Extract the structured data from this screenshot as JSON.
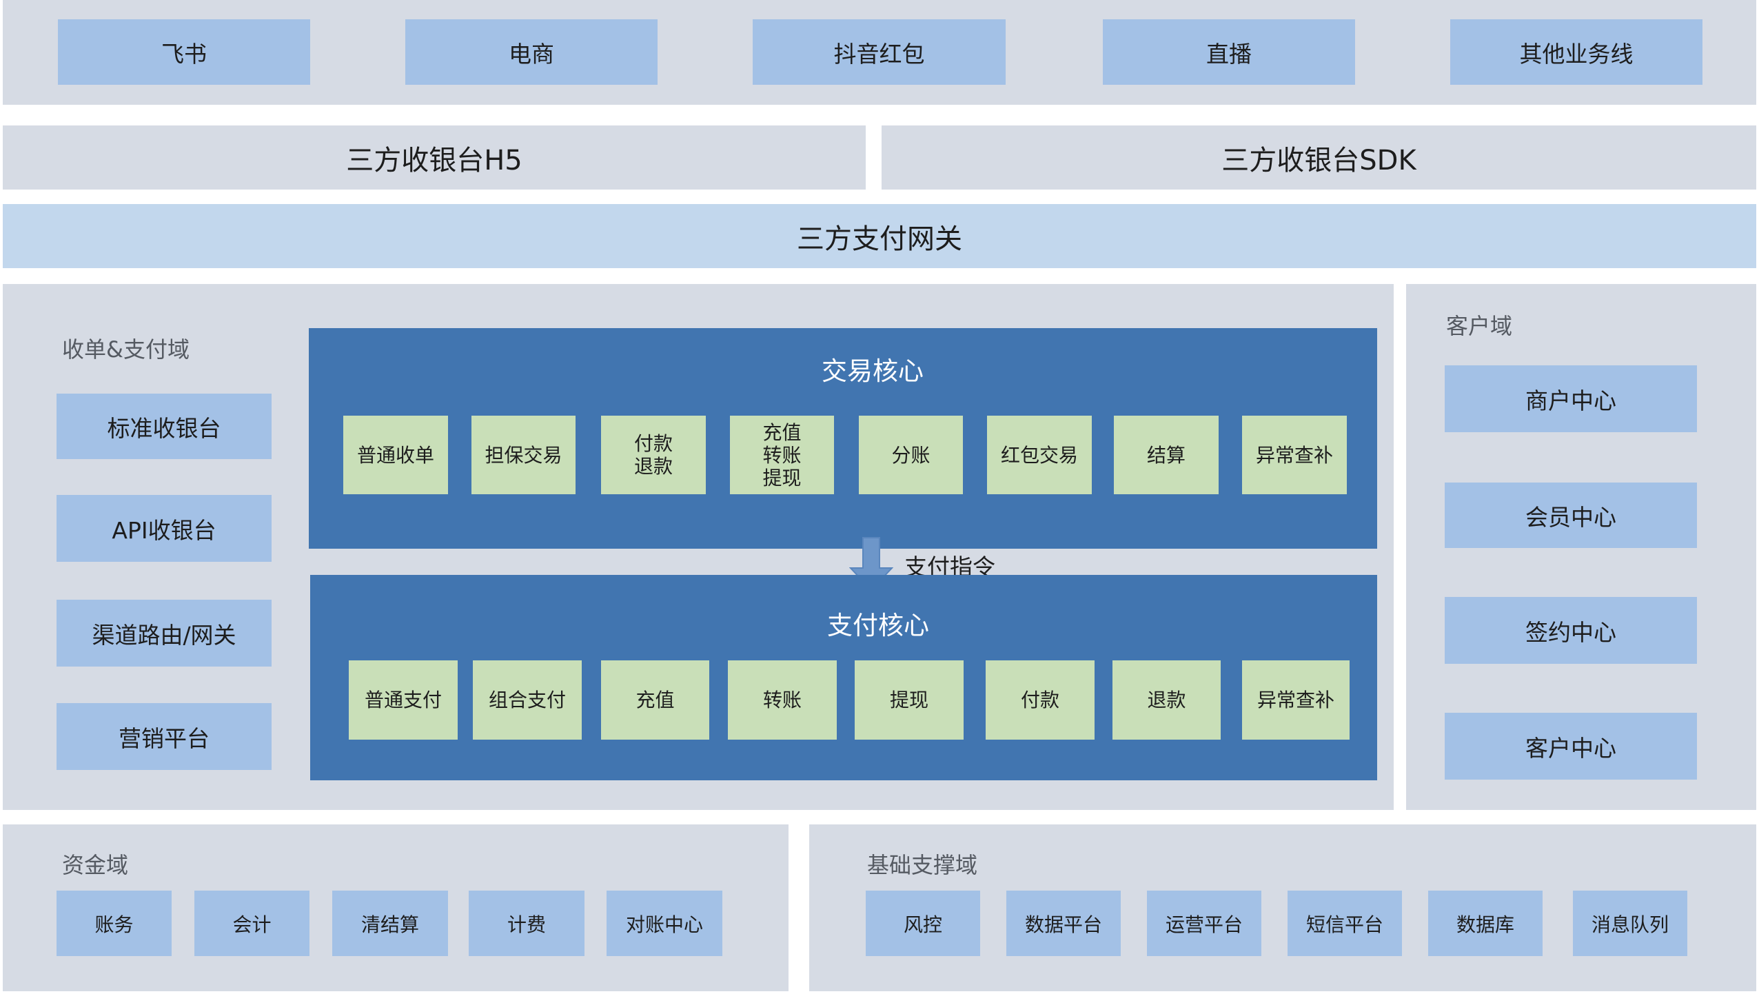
{
  "business_lines": [
    "飞书",
    "电商",
    "抖音红包",
    "直播",
    "其他业务线"
  ],
  "cashier_h5": "三方收银台H5",
  "cashier_sdk": "三方收银台SDK",
  "gateway": "三方支付网关",
  "acquiring_domain": {
    "title": "收单&支付域",
    "items": [
      "标准收银台",
      "API收银台",
      "渠道路由/网关",
      "营销平台"
    ]
  },
  "trade_core": {
    "title": "交易核心",
    "items": [
      "普通收单",
      "担保交易",
      "付款\n退款",
      "充值\n转账\n提现",
      "分账",
      "红包交易",
      "结算",
      "异常查补"
    ]
  },
  "payment_instruction": "支付指令",
  "payment_core": {
    "title": "支付核心",
    "items": [
      "普通支付",
      "组合支付",
      "充值",
      "转账",
      "提现",
      "付款",
      "退款",
      "异常查补"
    ]
  },
  "customer_domain": {
    "title": "客户域",
    "items": [
      "商户中心",
      "会员中心",
      "签约中心",
      "客户中心"
    ]
  },
  "fund_domain": {
    "title": "资金域",
    "items": [
      "账务",
      "会计",
      "清结算",
      "计费",
      "对账中心"
    ]
  },
  "infra_domain": {
    "title": "基础支撑域",
    "items": [
      "风控",
      "数据平台",
      "运营平台",
      "短信平台",
      "数据库",
      "消息队列"
    ]
  },
  "colors": {
    "panel": "#d6dbe4",
    "box_blue": "#a3c1e6",
    "gateway": "#c2d7ed",
    "core": "#4175b0",
    "box_green": "#c9dfb8",
    "arrow": "#6d96c9"
  }
}
